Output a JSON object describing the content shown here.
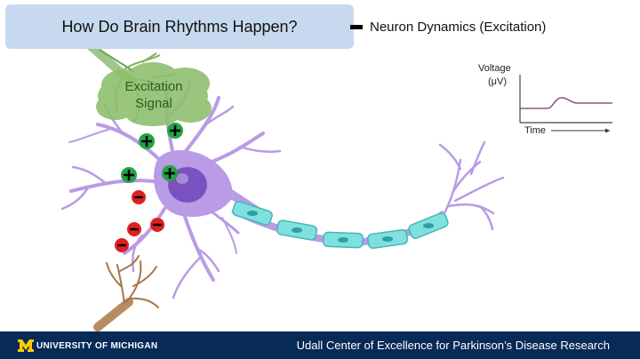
{
  "slide": {
    "title": "How Do Brain Rhythms Happen?",
    "subtitle": "Neuron Dynamics (Excitation)",
    "cloud_label_line1": "Excitation",
    "cloud_label_line2": "Signal"
  },
  "inset_plot": {
    "ylabel_line1": "Voltage",
    "ylabel_line2": "(μV)",
    "xlabel": "Time"
  },
  "ions": {
    "positive_symbol": "+",
    "negative_symbol": "−",
    "positive_color": "#22a346",
    "negative_color": "#e02020"
  },
  "footer": {
    "logo_letter": "M",
    "university": "UNIVERSITY OF MICHIGAN",
    "center_name": "Udall Center of Excellence for Parkinson’s Disease Research",
    "bg_color": "#072a57",
    "maize": "#ffcb05"
  },
  "colors": {
    "title_box": "#c6d9ef",
    "neuron": "#b99be6",
    "nucleus": "#7a52c0",
    "myelin": "#7fe0df",
    "cloud": "#8fbf6e"
  }
}
